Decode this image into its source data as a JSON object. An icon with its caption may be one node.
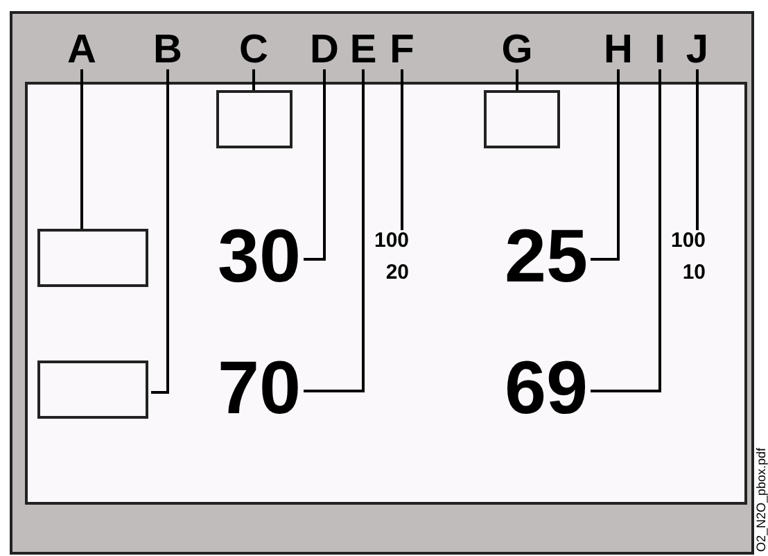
{
  "diagram": {
    "nodes": [
      {
        "text": [],
        "shape": "box"
      },
      {
        "text": [],
        "shape": "box",
        "in": 0
      },
      {
        "text": [
          "A"
        ],
        "in": 0
      },
      {
        "text": [
          "B"
        ],
        "in": 0
      },
      {
        "text": [
          "C"
        ],
        "in": 0
      },
      {
        "text": [
          "D"
        ],
        "in": 0
      },
      {
        "text": [
          "E"
        ],
        "in": 0
      },
      {
        "text": [
          "F"
        ],
        "in": 0
      },
      {
        "text": [
          "G"
        ],
        "in": 0
      },
      {
        "text": [
          "H"
        ],
        "in": 0
      },
      {
        "text": [
          "I"
        ],
        "in": 0
      },
      {
        "text": [
          "J"
        ],
        "in": 0
      },
      {
        "text": [],
        "shape": "box",
        "in": 1
      },
      {
        "text": [],
        "shape": "box",
        "in": 1
      },
      {
        "text": [],
        "shape": "box",
        "in": 1
      },
      {
        "text": [],
        "shape": "box",
        "in": 1
      },
      {
        "text": [
          "30"
        ],
        "in": 1
      },
      {
        "text": [
          "70"
        ],
        "in": 1
      },
      {
        "text": [
          "25"
        ],
        "in": 1
      },
      {
        "text": [
          "69"
        ],
        "in": 1
      },
      {
        "text": [
          "100",
          "20"
        ],
        "in": 1
      },
      {
        "text": [
          "100",
          "10"
        ],
        "in": 1
      }
    ],
    "edges": [
      {
        "from": 2,
        "to": 12,
        "arrow": "none"
      },
      {
        "from": 3,
        "to": 13,
        "arrow": "none"
      },
      {
        "from": 4,
        "to": 14,
        "arrow": "none"
      },
      {
        "from": 5,
        "to": 16,
        "arrow": "none"
      },
      {
        "from": 6,
        "to": 17,
        "arrow": "none"
      },
      {
        "from": 7,
        "to": 20,
        "arrow": "none"
      },
      {
        "from": 8,
        "to": 15,
        "arrow": "none"
      },
      {
        "from": 9,
        "to": 18,
        "arrow": "none"
      },
      {
        "from": 10,
        "to": 19,
        "arrow": "none"
      },
      {
        "from": 11,
        "to": 21,
        "arrow": "none"
      }
    ],
    "labels": [
      "O2_N2O_pbox.pdf"
    ]
  }
}
